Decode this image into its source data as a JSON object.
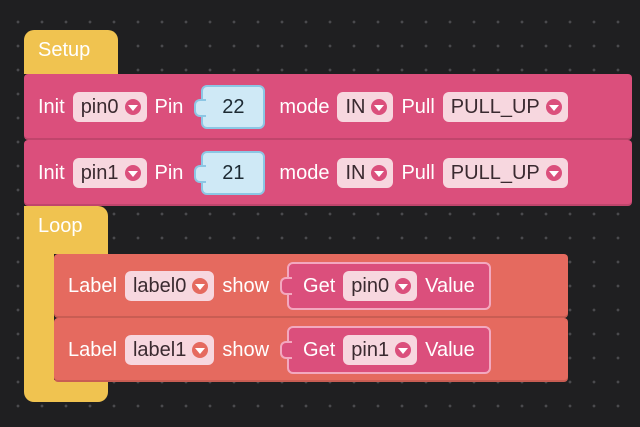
{
  "setup": {
    "label": "Setup",
    "rows": [
      {
        "init": "Init",
        "var": "pin0",
        "pin_label": "Pin",
        "pin_value": "22",
        "mode_label": "mode",
        "mode_value": "IN",
        "pull_label": "Pull",
        "pull_value": "PULL_UP"
      },
      {
        "init": "Init",
        "var": "pin1",
        "pin_label": "Pin",
        "pin_value": "21",
        "mode_label": "mode",
        "mode_value": "IN",
        "pull_label": "Pull",
        "pull_value": "PULL_UP"
      }
    ]
  },
  "loop": {
    "label": "Loop",
    "rows": [
      {
        "label_kw": "Label",
        "label_var": "label0",
        "show": "show",
        "get": "Get",
        "pin": "pin0",
        "value": "Value"
      },
      {
        "label_kw": "Label",
        "label_var": "label1",
        "show": "show",
        "get": "Get",
        "pin": "pin1",
        "value": "Value"
      }
    ]
  },
  "colors": {
    "setup_loop": "#f0c350",
    "pin_block": "#db4f7c",
    "label_block": "#e56a5f",
    "number": "#cfe9f6"
  }
}
